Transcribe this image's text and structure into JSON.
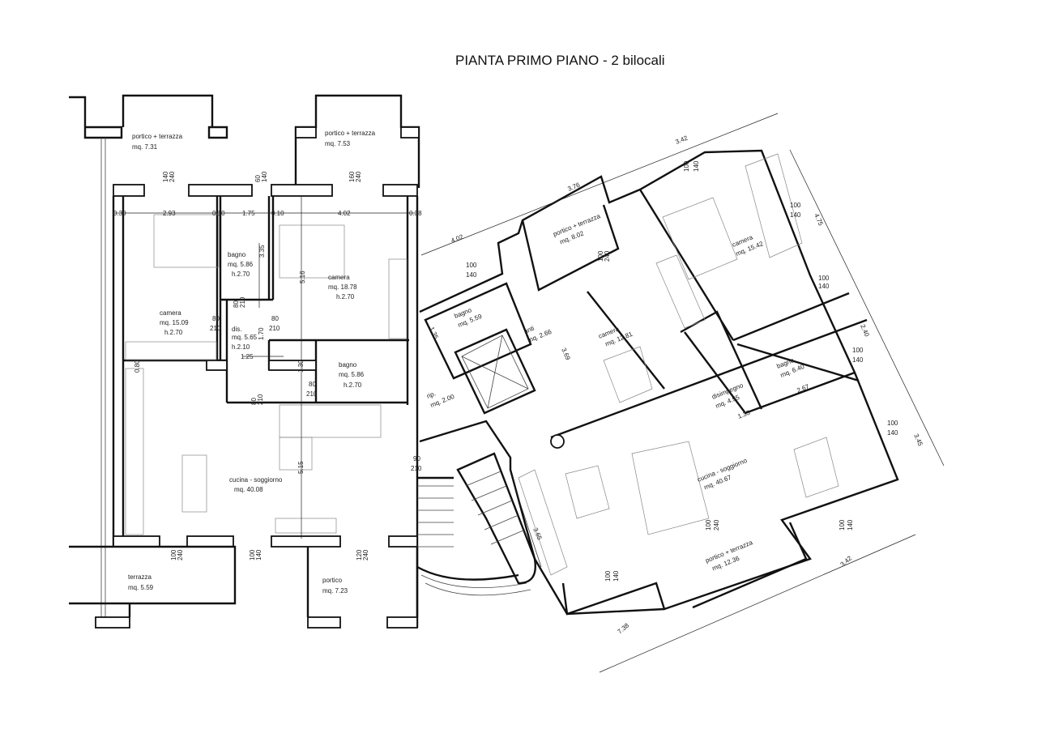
{
  "title": "PIANTA PRIMO PIANO - 2 bilocali",
  "left_unit": {
    "rooms": [
      {
        "name": "portico + terrazza",
        "area": "mq. 7.31"
      },
      {
        "name": "portico + terrazza",
        "area": "mq. 7.53"
      },
      {
        "name": "camera",
        "area": "mq. 15.09",
        "height": "h.2.70"
      },
      {
        "name": "bagno",
        "area": "mq. 5.86",
        "height": "h.2.70"
      },
      {
        "name": "camera",
        "area": "mq. 18.78",
        "height": "h.2.70"
      },
      {
        "name": "dis.",
        "area": "mq. 5.65",
        "height": "h.2.10"
      },
      {
        "name": "bagno",
        "area": "mq. 5.86",
        "height": "h.2.70"
      },
      {
        "name": "cucina - soggiorno",
        "area": "mq. 40.08"
      },
      {
        "name": "terrazza",
        "area": "mq. 5.59"
      },
      {
        "name": "portico",
        "area": "mq. 7.23"
      }
    ],
    "dimensions": [
      "0.30",
      "2.93",
      "0.10",
      "1.75",
      "0.10",
      "4.02",
      "0.38",
      "1.70",
      "1.25",
      "5.15",
      "3.35",
      "5.16",
      "0.80",
      "1.30"
    ],
    "openings": [
      {
        "w": "140",
        "h": "240"
      },
      {
        "w": "60",
        "h": "140"
      },
      {
        "w": "160",
        "h": "240"
      },
      {
        "w": "80",
        "h": "210"
      },
      {
        "w": "80",
        "h": "210"
      },
      {
        "w": "80",
        "h": "210"
      },
      {
        "w": "80",
        "h": "210"
      },
      {
        "w": "80",
        "h": "210"
      },
      {
        "w": "90",
        "h": "210"
      },
      {
        "w": "100",
        "h": "240"
      },
      {
        "w": "100",
        "h": "140"
      },
      {
        "w": "120",
        "h": "240"
      }
    ]
  },
  "right_unit": {
    "rooms": [
      {
        "name": "portico + terrazza",
        "area": "mq. 8.02"
      },
      {
        "name": "camera",
        "area": "mq. 15.42"
      },
      {
        "name": "bagno",
        "area": "mq. 5.59"
      },
      {
        "name": "anti",
        "area": "mq. 2.66"
      },
      {
        "name": "camera",
        "area": "mq. 12.81"
      },
      {
        "name": "rip.",
        "area": "mq. 2.00"
      },
      {
        "name": "disimpegno",
        "area": "mq. 4.55"
      },
      {
        "name": "bagno",
        "area": "mq. 6.40"
      },
      {
        "name": "cucina - soggiorno",
        "area": "mq. 40.67"
      },
      {
        "name": "portico + terrazza",
        "area": "mq. 12.36"
      }
    ],
    "dimensions": [
      "4.02",
      "3.76",
      "3.42",
      "4.75",
      "2.40",
      "3.45",
      "3.42",
      "7.38",
      "3.65",
      "3.69",
      "1.35",
      "2.67",
      "1.33"
    ],
    "openings": [
      {
        "w": "100",
        "h": "140"
      },
      {
        "w": "100",
        "h": "140"
      },
      {
        "w": "100",
        "h": "240"
      },
      {
        "w": "100",
        "h": "140"
      },
      {
        "w": "100",
        "h": "140"
      },
      {
        "w": "100",
        "h": "140"
      },
      {
        "w": "100",
        "h": "140"
      },
      {
        "w": "100",
        "h": "240"
      },
      {
        "w": "100",
        "h": "140"
      },
      {
        "w": "100",
        "h": "140"
      }
    ]
  }
}
